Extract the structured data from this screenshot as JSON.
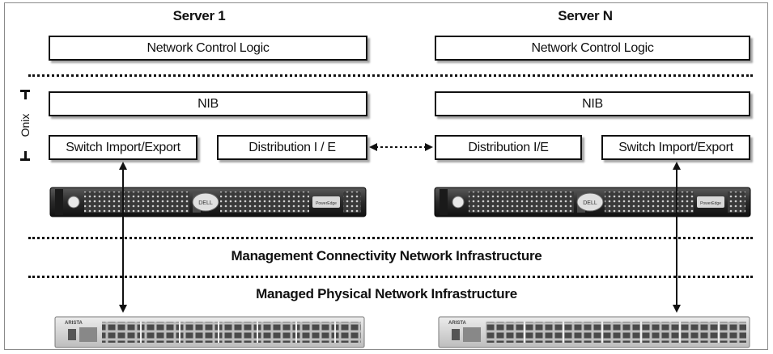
{
  "server_1": {
    "title": "Server 1",
    "control_logic": "Network Control Logic",
    "nib": "NIB",
    "switch_ie": "Switch Import/Export",
    "distribution_ie": "Distribution I / E"
  },
  "server_n": {
    "title": "Server N",
    "control_logic": "Network Control Logic",
    "nib": "NIB",
    "distribution_ie": "Distribution I/E",
    "switch_ie": "Switch Import/Export"
  },
  "onix_label": "Onix",
  "layers": {
    "management": "Management Connectivity Network Infrastructure",
    "physical": "Managed Physical Network Infrastructure"
  },
  "device_text": {
    "server_brand": "DELL",
    "server_model": "PowerEdge",
    "switch_brand": "ARISTA"
  },
  "colors": {
    "box_border": "#111111",
    "server_chassis": "#2b2b2b",
    "switch_chassis": "#d9d9d9"
  }
}
